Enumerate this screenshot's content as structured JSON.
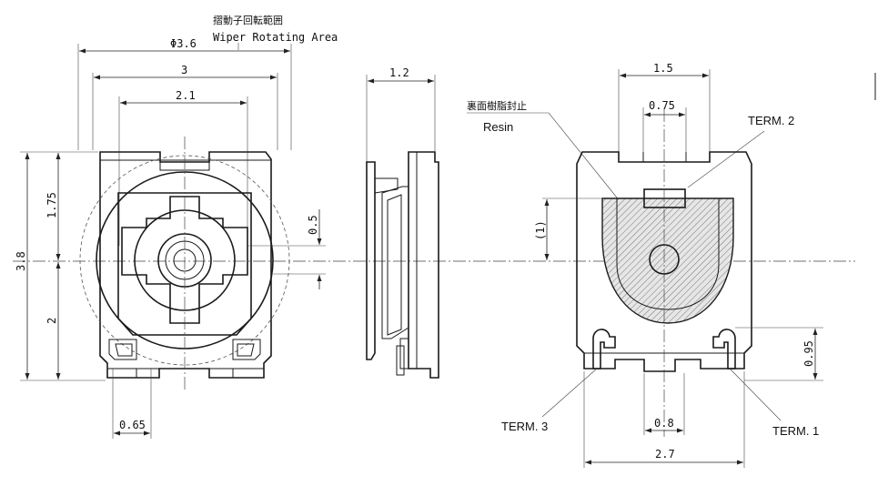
{
  "front_view": {
    "title_jp": "摺動子回転範囲",
    "title_en": "Wiper Rotating Area",
    "dim_phi": "Φ3.6",
    "dim_width": "3",
    "dim_inner": "2.1",
    "dim_height_top": "1.75",
    "dim_height_total": "3.8",
    "dim_height_bottom": "2",
    "dim_offset": "0.5",
    "dim_terminal": "0.65"
  },
  "side_view": {
    "dim_thickness": "1.2"
  },
  "back_view": {
    "dim_width_top": "1.5",
    "dim_term2_width": "0.75",
    "resin_label_jp": "裏面樹脂封止",
    "resin_label": "Resin",
    "term2_label": "TERM. 2",
    "dim_resin_offset": "(1)",
    "dim_term_height": "0.95",
    "term3_label": "TERM. 3",
    "term1_label": "TERM. 1",
    "dim_term_gap": "0.8",
    "dim_width_bottom": "2.7"
  },
  "colors": {
    "line": "#1a1a1a",
    "resin_fill": "#c8c8c8"
  }
}
